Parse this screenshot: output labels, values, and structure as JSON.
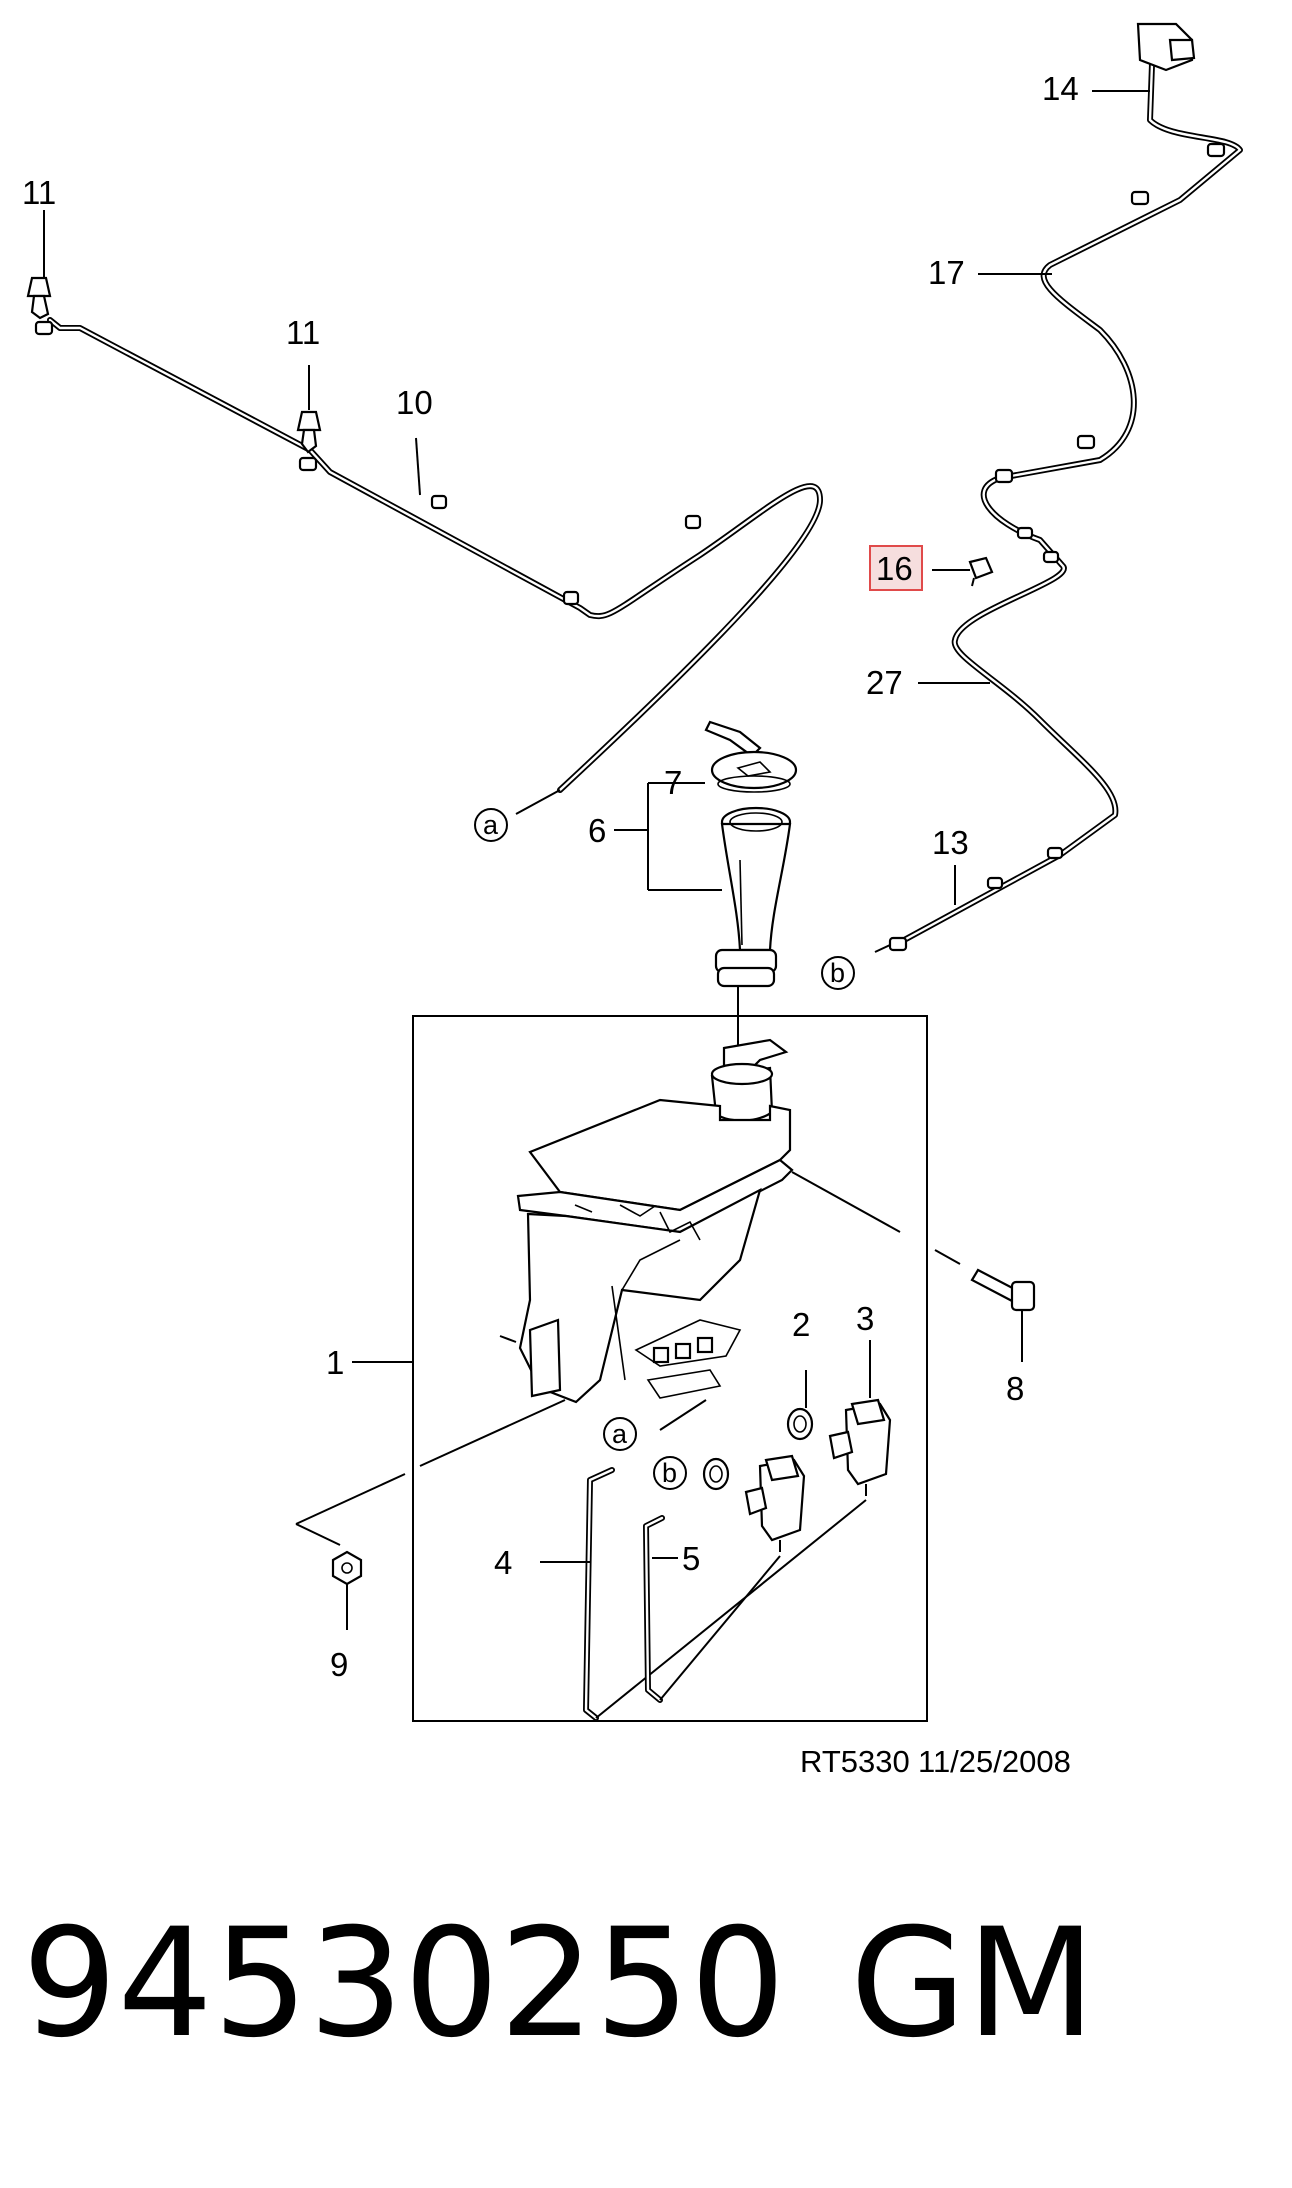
{
  "callouts": {
    "c1": "1",
    "c2": "2",
    "c3": "3",
    "c4": "4",
    "c5": "5",
    "c6": "6",
    "c7": "7",
    "c8": "8",
    "c9": "9",
    "c10": "10",
    "c11a": "11",
    "c11b": "11",
    "c13": "13",
    "c14": "14",
    "c16": "16",
    "c17": "17",
    "c27": "27"
  },
  "connectors": {
    "a1": "a",
    "a2": "a",
    "b1": "b",
    "b2": "b"
  },
  "highlight": {
    "label": "16",
    "fill": "#f6dede",
    "stroke": "#e04a4a"
  },
  "stamp": {
    "code": "RT5330",
    "date": "11/25/2008"
  },
  "part_number": "94530250",
  "brand": "GM"
}
